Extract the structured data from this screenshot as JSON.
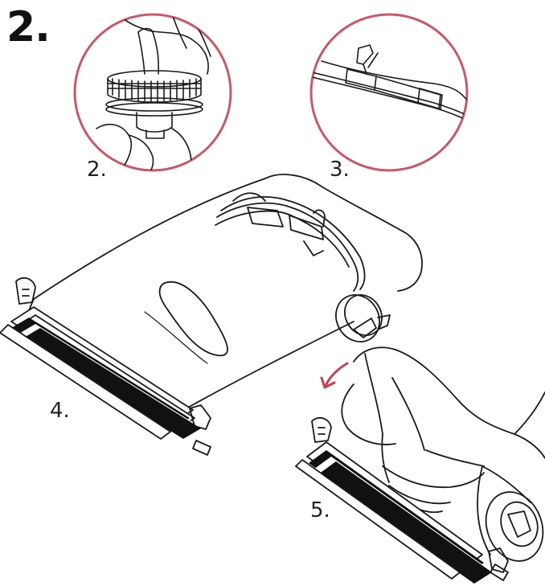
{
  "heading": "2.",
  "steps": [
    {
      "label": "2.",
      "scene": "rotating-bottle-cap-icon"
    },
    {
      "label": "3.",
      "scene": "tube-clip-icon"
    },
    {
      "label": "4.",
      "scene": "bag-laid-flat-icon"
    },
    {
      "label": "5.",
      "scene": "rolling-bag-icon"
    }
  ],
  "colors": {
    "circle_outline": "#c65a66",
    "line": "#1a1a1a",
    "stripe": "#111111",
    "arrow": "#c64050",
    "background": "#ffffff"
  }
}
